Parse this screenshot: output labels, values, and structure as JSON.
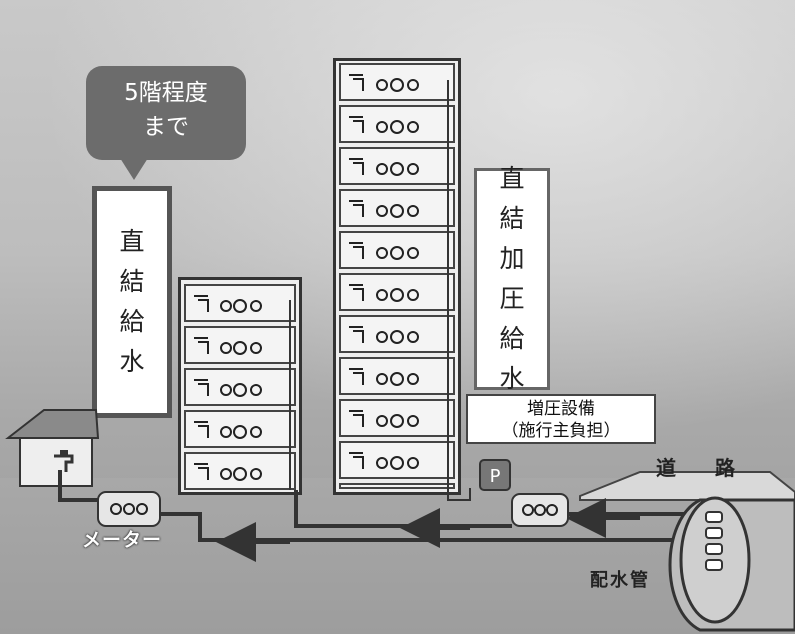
{
  "speech_bubble": {
    "line1": "5階程度",
    "line2": "まで"
  },
  "direct_supply_label": {
    "chars": [
      "直",
      "結",
      "給",
      "水"
    ]
  },
  "boosted_supply_label": {
    "chars": [
      "直",
      "結",
      "加",
      "圧",
      "給",
      "水"
    ]
  },
  "booster_equipment": {
    "line1": "増圧設備",
    "line2": "（施行主負担）",
    "pump_symbol": "P"
  },
  "road_label": "道 路",
  "meter_label": "メーター",
  "water_main_label": "配水管",
  "colors": {
    "outline": "#333333",
    "pipe": "#444444",
    "bubble": "#6c6c6c",
    "ground": "#9d9d9d"
  }
}
